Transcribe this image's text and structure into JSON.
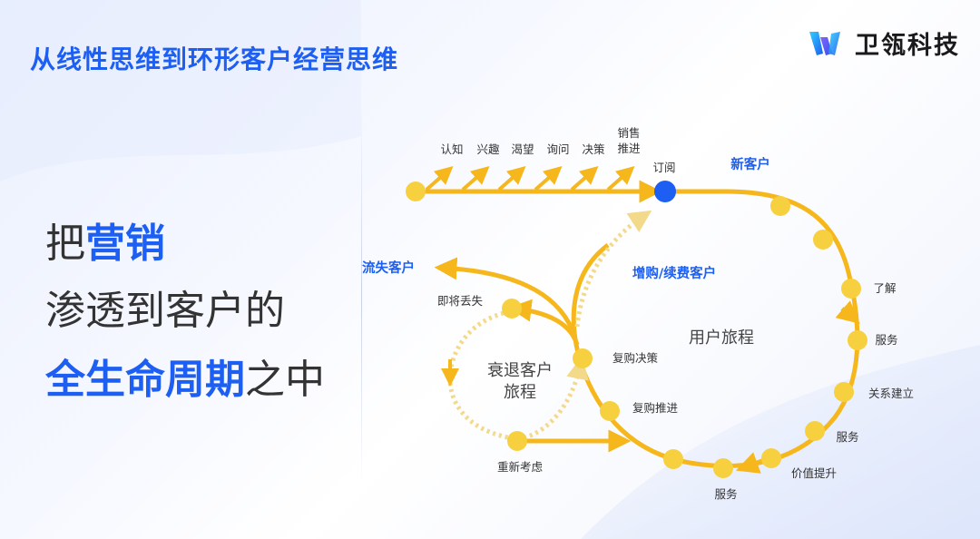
{
  "title": "从线性思维到环形客户经营思维",
  "brand": {
    "name": "卫瓴科技",
    "logo": "w-logo-icon"
  },
  "headline": {
    "line1_plain": "把",
    "line1_highlight": "营销",
    "line2": "渗透到客户的",
    "line3_highlight": "全生命周期",
    "line3_plain": "之中"
  },
  "colors": {
    "accent": "#1c5ff2",
    "path": "#f5b71c",
    "node": "#f7d040"
  },
  "diagram": {
    "linear_steps": [
      "认知",
      "兴趣",
      "渴望",
      "询问",
      "决策"
    ],
    "sales_push": [
      "销售",
      "推进"
    ],
    "subscribe": "订阅",
    "new_customer": "新客户",
    "lost_customer": "流失客户",
    "upsell_renew": "增购/续费客户",
    "about_to_lose": "即将丢失",
    "user_journey": "用户旅程",
    "decline_journey": [
      "衰退客户",
      "旅程"
    ],
    "repurchase_decision": "复购决策",
    "repurchase_push": "复购推进",
    "reconsider": "重新考虑",
    "loop_labels": {
      "understand": "了解",
      "service1": "服务",
      "relationship": "关系建立",
      "service2": "服务",
      "value_up": "价值提升",
      "service3": "服务"
    }
  }
}
